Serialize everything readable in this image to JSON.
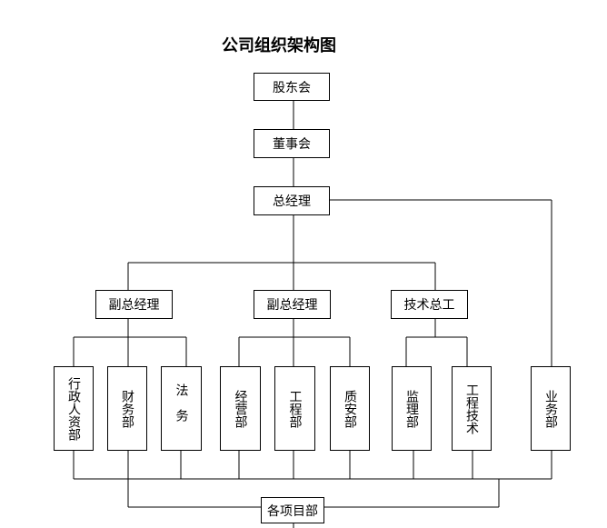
{
  "title": "公司组织架构图",
  "nodes": {
    "shareholders": "股东会",
    "board": "董事会",
    "gm": "总经理",
    "vgm1": "副总经理",
    "vgm2": "副总经理",
    "chief_engineer": "技术总工",
    "admin_hr": "行政人资部",
    "finance": "财务部",
    "legal": "法务",
    "business_ops": "经营部",
    "engineering": "工程部",
    "quality_safety": "质安部",
    "supervision": "监理部",
    "eng_tech": "工程技术",
    "sales": "业务部",
    "projects": "各项目部"
  }
}
